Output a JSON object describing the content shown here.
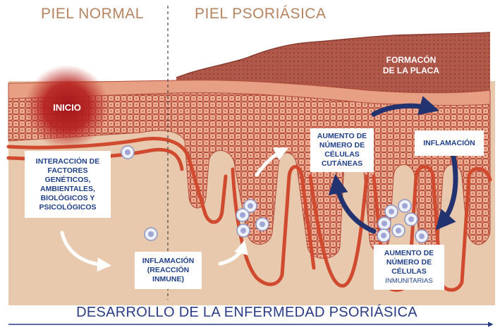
{
  "headers": {
    "normal": "PIEL NORMAL",
    "psoriasis": "PIEL PSORIÁSICA"
  },
  "labels": {
    "start": "INICIO",
    "plaque_line1": "FORMACÓN",
    "plaque_line2": "DE LA PLACA",
    "factors_l1": "INTERACCIÓN DE",
    "factors_l2": "FACTORES",
    "factors_l3": "GENÉTICOS,",
    "factors_l4": "AMBIENTALES,",
    "factors_l5": "BIOLÓGICOS Y",
    "factors_l6": "PSICOLÓGICOS",
    "inflam_immune_l1": "INFLAMACIÓN",
    "inflam_immune_l2": "(REACCIÓN",
    "inflam_immune_l3": "INMUNE)",
    "cells_l1": "AUMENTO DE",
    "cells_l2": "NÚMERO DE",
    "cells_l3": "CÉLULAS",
    "cells_l4": "CUTÁNEAS",
    "inflammation": "INFLAMACIÓN",
    "immune_l1": "AUMENTO DE",
    "immune_l2": "NÚMERO DE",
    "immune_l3": "CÉLULAS",
    "immune_l4": "INMUNITARIAS"
  },
  "footer": "DESARROLLO DE LA ENFERMEDAD PSORIÁSICA",
  "colors": {
    "dermis": "#e9c9ad",
    "epidermis": "#e08a72",
    "cell_border": "#b34d3c",
    "plaque": "#b0584a",
    "red_line": "#cf4a2f",
    "navy": "#22336f",
    "text_blue": "#1f3f86",
    "header_tan": "#b5835f"
  }
}
